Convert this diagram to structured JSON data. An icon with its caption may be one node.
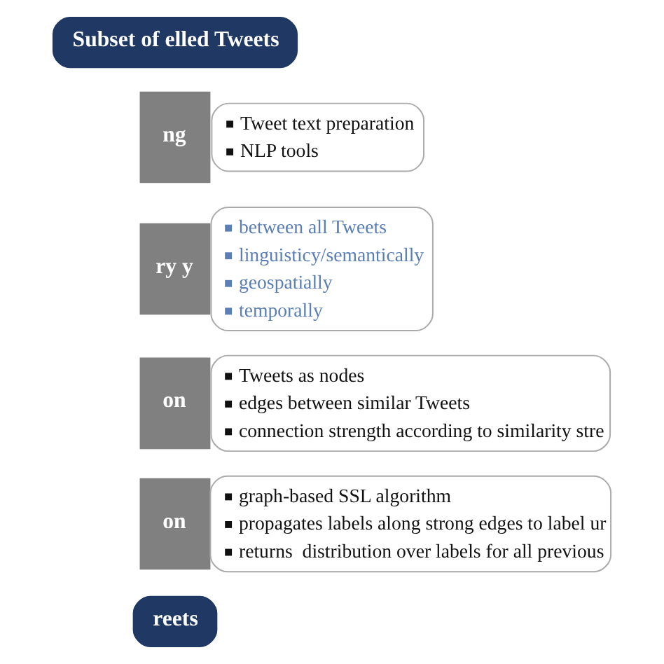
{
  "diagram": {
    "nodes": [
      {
        "text": [
          "Subset of elled Tweets"
        ]
      },
      {
        "text": [
          "ng"
        ]
      },
      {
        "text": [
          "Tweet text preparation",
          "NLP tools"
        ]
      },
      {
        "text": [
          "ry y"
        ]
      },
      {
        "text": [
          "between all Tweets",
          "linguisticy/semantically",
          "geospatially",
          "temporally"
        ]
      },
      {
        "text": [
          "on"
        ]
      },
      {
        "text": [
          "Tweets as nodes",
          "edges between similar Tweets",
          "connection strength according to similarity stre"
        ]
      },
      {
        "text": [
          "on"
        ]
      },
      {
        "text": [
          "graph-based SSL algorithm",
          "propagates labels along strong edges to label ur",
          "returns  distribution over labels for all previous"
        ]
      },
      {
        "text": [
          "reets"
        ]
      }
    ],
    "edges": []
  }
}
